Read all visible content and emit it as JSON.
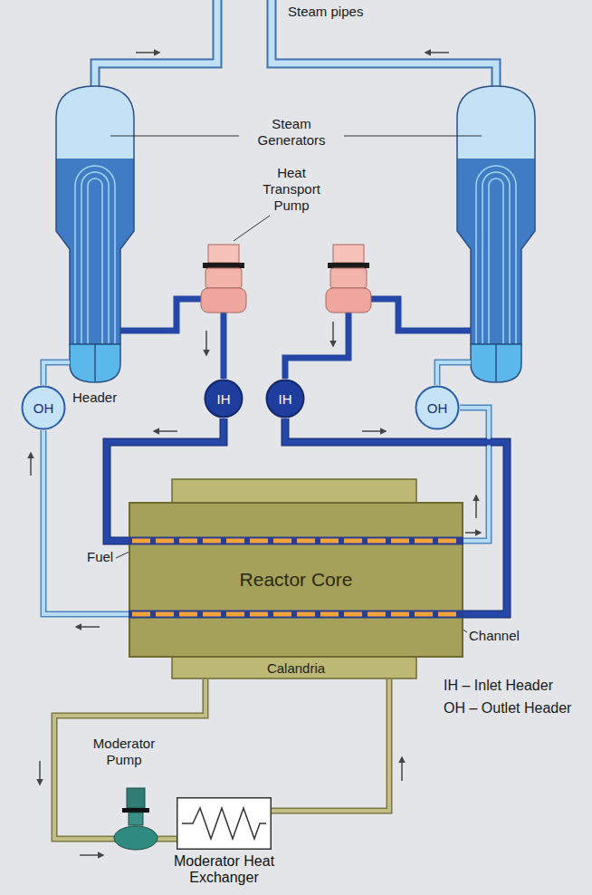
{
  "diagram": {
    "nodes": [
      {
        "text": [
          "OH"
        ]
      },
      {
        "text": [
          "IH"
        ]
      },
      {
        "text": [
          "IH"
        ]
      },
      {
        "text": [
          "OH"
        ]
      },
      {
        "text": [
          "Calandria"
        ]
      },
      {
        "text": [
          "Reactor Core"
        ],
        "in": 4
      },
      {
        "text": [
          "Moderator Heat Exchanger"
        ]
      }
    ],
    "edges": [
      {
        "from": 1,
        "to": 5,
        "arrow": "none"
      },
      {
        "from": 5,
        "to": 3,
        "arrow": "none"
      },
      {
        "from": 2,
        "to": 5,
        "arrow": "none"
      },
      {
        "from": 5,
        "to": 0,
        "arrow": "none"
      },
      {
        "from": 4,
        "to": 6,
        "arrow": "none"
      },
      {
        "from": 6,
        "to": 4,
        "arrow": "none"
      }
    ],
    "labels": [
      "Steam pipes",
      "Steam Generators",
      "Heat Transport Pump",
      "Header",
      "Fuel",
      "Channel",
      "IH – Inlet Header",
      "OH – Outlet Header",
      "Moderator Pump"
    ]
  }
}
